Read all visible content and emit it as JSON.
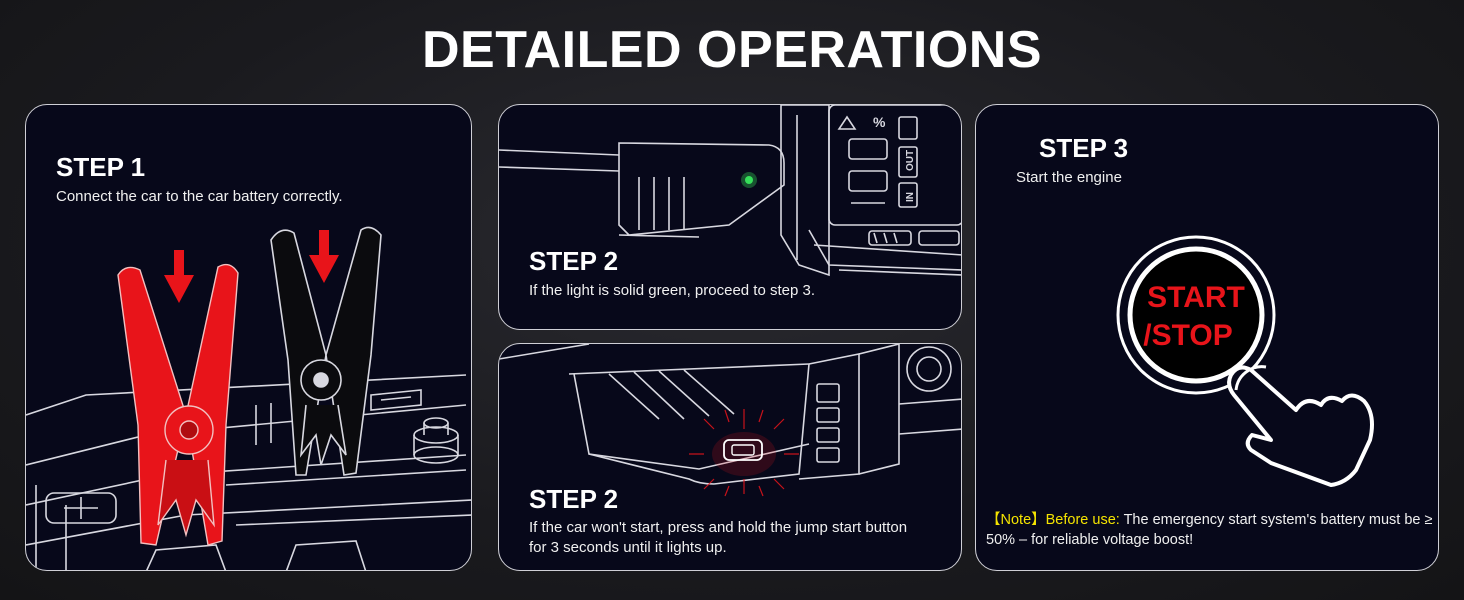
{
  "title": "DETAILED OPERATIONS",
  "step1": {
    "title": "STEP 1",
    "desc": "Connect the car to the car battery correctly."
  },
  "step2a": {
    "title": "STEP 2",
    "desc": "If the light is solid green, proceed to step 3.",
    "panel_labels": [
      "OUT",
      "IN"
    ]
  },
  "step2b": {
    "title": "STEP 2",
    "desc_line1": "If the car won't start, press and hold the jump start button",
    "desc_line2": "for 3 seconds until it lights up."
  },
  "step3": {
    "title": "STEP 3",
    "desc": "Start the engine",
    "button_line1": "START",
    "button_line2": "/STOP",
    "note_tag": "【Note】Before use:",
    "note_text": " The emergency start system's battery must be ≥ 50% – for reliable voltage boost!"
  },
  "colors": {
    "accent_red": "#e8141a",
    "led_green": "#36e05a",
    "note_yellow": "#f5e400",
    "card_bg": "#07081a"
  }
}
